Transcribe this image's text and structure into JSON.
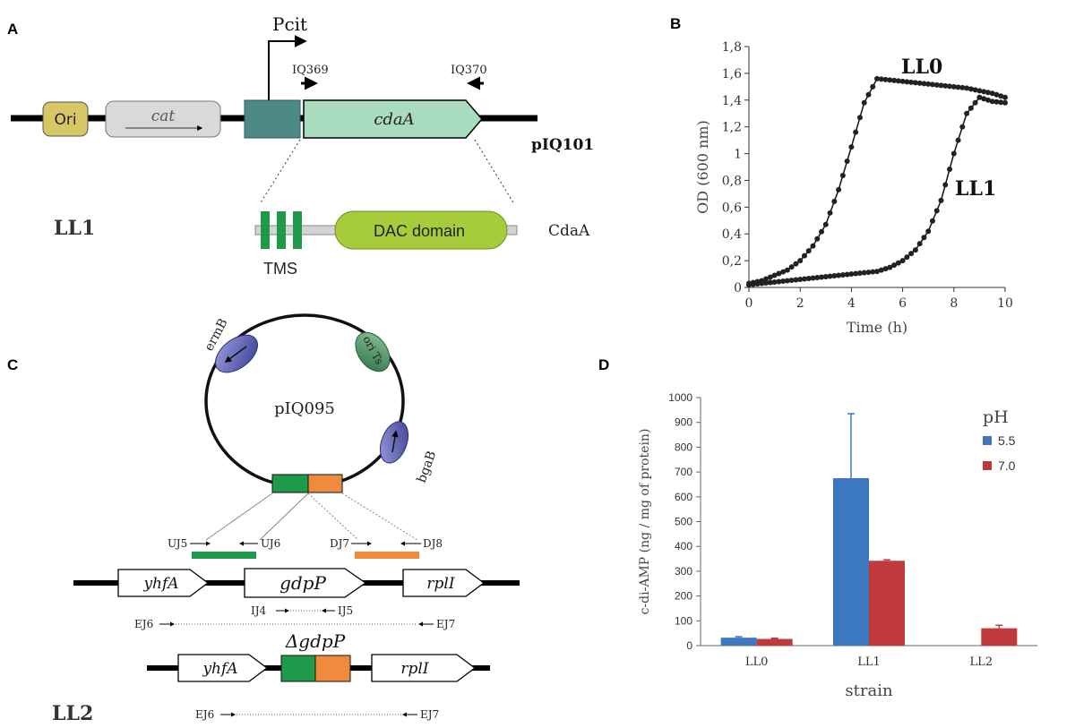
{
  "panels": {
    "a": "A",
    "b": "B",
    "c": "C",
    "d": "D"
  },
  "panel_a": {
    "promoter": "Pcit",
    "primer_fwd": "IQ369",
    "primer_rev": "IQ370",
    "ori": "Ori",
    "cat": "cat",
    "cdaA": "cdaA",
    "plasmid": "pIQ101",
    "strain": "LL1",
    "dac": "DAC domain",
    "tms": "TMS",
    "protein": "CdaA"
  },
  "panel_c": {
    "plasmid": "pIQ095",
    "ermB": "ermB",
    "oriTs": "ori Ts",
    "bgaB": "bgaB",
    "uj5": "UJ5",
    "uj6": "UJ6",
    "dj7": "DJ7",
    "dj8": "DJ8",
    "yhfA": "yhfA",
    "gdpP": "gdpP",
    "rplI": "rplI",
    "ij4": "IJ4",
    "ij5": "IJ5",
    "ej6": "EJ6",
    "ej7": "EJ7",
    "delta_gdpP": "ΔgdpP",
    "strain": "LL2"
  },
  "chart_data": [
    {
      "type": "line",
      "xlabel": "Time (h)",
      "ylabel": "OD (600 nm)",
      "xlim": [
        0,
        10
      ],
      "ylim": [
        0,
        1.8
      ],
      "xticks": [
        "0",
        "2",
        "4",
        "6",
        "8",
        "10"
      ],
      "yticks": [
        "0",
        "0,2",
        "0,4",
        "0,6",
        "0,8",
        "1",
        "1,2",
        "1,4",
        "1,6",
        "1,8"
      ],
      "grid": false,
      "series": [
        {
          "name": "LL0",
          "x": [
            0,
            0.5,
            1,
            1.5,
            2,
            2.5,
            3,
            3.5,
            4,
            4.5,
            5,
            5.5,
            6,
            6.5,
            7,
            7.5,
            8,
            8.5,
            9,
            9.5,
            10
          ],
          "y": [
            0.03,
            0.05,
            0.09,
            0.13,
            0.2,
            0.31,
            0.47,
            0.73,
            1.05,
            1.38,
            1.56,
            1.55,
            1.54,
            1.53,
            1.52,
            1.51,
            1.5,
            1.49,
            1.47,
            1.45,
            1.42
          ]
        },
        {
          "name": "LL1",
          "x": [
            0,
            0.5,
            1,
            1.5,
            2,
            2.5,
            3,
            3.5,
            4,
            4.5,
            5,
            5.5,
            6,
            6.5,
            7,
            7.5,
            8,
            8.5,
            9,
            9.5,
            10
          ],
          "y": [
            0.02,
            0.03,
            0.04,
            0.05,
            0.06,
            0.07,
            0.08,
            0.09,
            0.1,
            0.11,
            0.12,
            0.15,
            0.2,
            0.28,
            0.42,
            0.65,
            1.0,
            1.3,
            1.42,
            1.39,
            1.38
          ]
        }
      ]
    },
    {
      "type": "bar",
      "xlabel": "strain",
      "ylabel": "c-di-AMP (ng / mg of protein)",
      "ylim": [
        0,
        1000
      ],
      "yticks": [
        "0",
        "100",
        "200",
        "300",
        "400",
        "500",
        "600",
        "700",
        "800",
        "900",
        "1000"
      ],
      "categories": [
        "LL0",
        "LL1",
        "LL2"
      ],
      "legend_title": "pH",
      "legend_position": "top-right",
      "series": [
        {
          "name": "5.5",
          "color": "#3b78c0",
          "values": [
            32,
            675,
            null
          ],
          "errors": [
            4,
            260,
            null
          ]
        },
        {
          "name": "7.0",
          "color": "#c0393b",
          "values": [
            27,
            342,
            70
          ],
          "errors": [
            3,
            4,
            12
          ]
        }
      ]
    }
  ]
}
